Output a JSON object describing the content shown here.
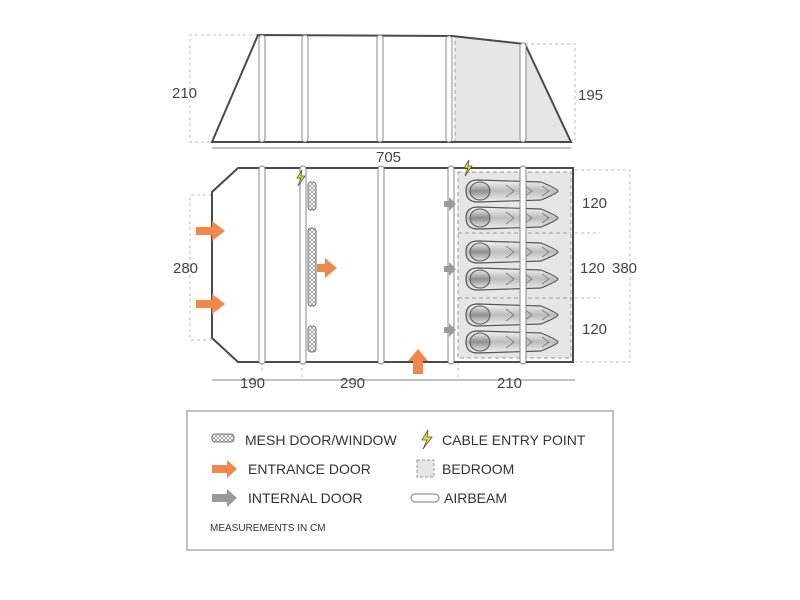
{
  "side_view": {
    "height_left": "210",
    "height_right": "195",
    "length": "705"
  },
  "plan_view": {
    "width_left": "280",
    "width_total": "380",
    "compartment_widths": [
      "120",
      "120",
      "120"
    ],
    "section_lengths": [
      "190",
      "290",
      "210"
    ]
  },
  "legend": {
    "items": [
      {
        "icon": "mesh-icon",
        "label": "MESH DOOR/WINDOW"
      },
      {
        "icon": "cable-entry-icon",
        "label": "CABLE ENTRY POINT"
      },
      {
        "icon": "entrance-door-arrow-icon",
        "label": "ENTRANCE DOOR"
      },
      {
        "icon": "bedroom-icon",
        "label": "BEDROOM"
      },
      {
        "icon": "internal-door-arrow-icon",
        "label": "INTERNAL DOOR"
      },
      {
        "icon": "airbeam-icon",
        "label": "AIRBEAM"
      }
    ],
    "note": "MEASUREMENTS IN CM"
  },
  "colors": {
    "entrance_door": "#f0884d",
    "internal_door": "#9a9a9a",
    "bedroom_fill": "#e6e6e6",
    "outline": "#4a4a4a",
    "cable_entry": "#e2e62b"
  }
}
